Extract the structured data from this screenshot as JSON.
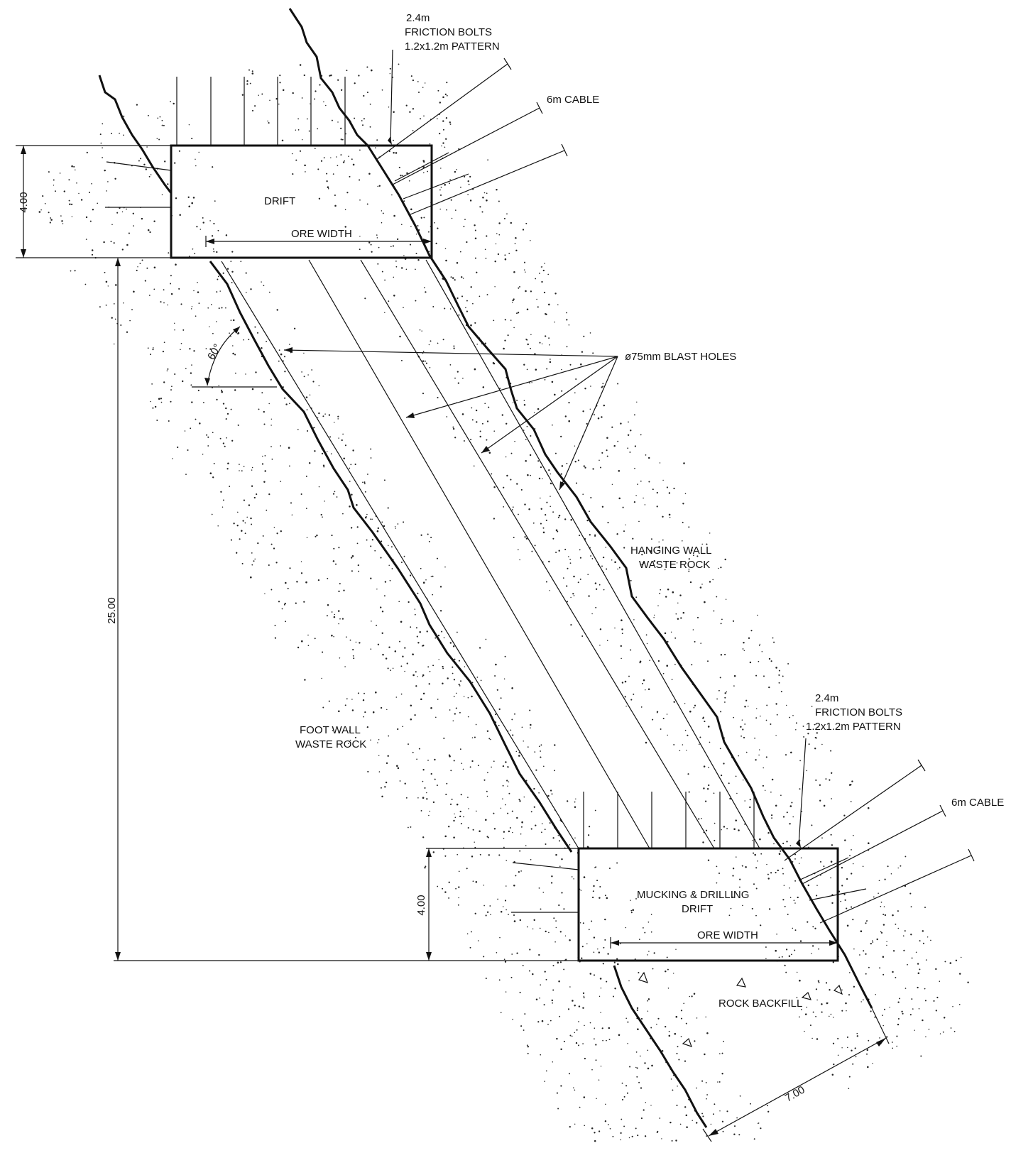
{
  "labels": {
    "top_drift": "DRIFT",
    "top_ore_width": "ORE WIDTH",
    "top_bolts_line1": "2.4m",
    "top_bolts_line2": "FRICTION BOLTS",
    "top_bolts_line3": "1.2x1.2m PATTERN",
    "top_cable": "6m CABLE",
    "blast_holes": "ø75mm BLAST HOLES",
    "hanging_wall_line1": "HANGING WALL",
    "hanging_wall_line2": "WASTE ROCK",
    "foot_wall_line1": "FOOT WALL",
    "foot_wall_line2": "WASTE ROCK",
    "bottom_bolts_line1": "2.4m",
    "bottom_bolts_line2": "FRICTION BOLTS",
    "bottom_bolts_line3": "1.2x1.2m PATTERN",
    "bottom_cable": "6m CABLE",
    "bottom_drift_line1": "MUCKING & DRILLING",
    "bottom_drift_line2": "DRIFT",
    "bottom_ore_width": "ORE WIDTH",
    "rock_backfill": "ROCK BACKFILL"
  },
  "dimensions": {
    "top_drift_height": "4.00",
    "level_interval": "25.00",
    "bottom_drift_height": "4.00",
    "backfill_width": "7.00",
    "dip_angle": "60°"
  }
}
